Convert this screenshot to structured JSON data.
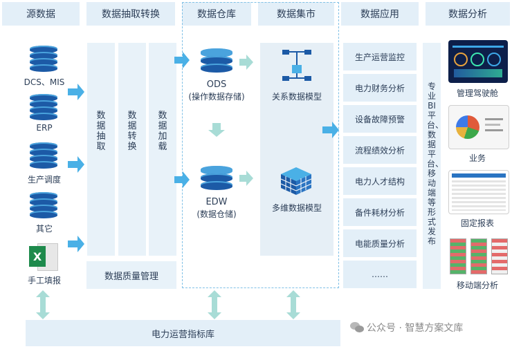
{
  "headers": {
    "source": "源数据",
    "etl": "数据抽取转换",
    "warehouse": "数据仓库",
    "mart": "数据集市",
    "application": "数据应用",
    "analysis": "数据分析"
  },
  "sources": {
    "dcs": "DCS、MIS",
    "erp": "ERP",
    "production": "生产调度",
    "other": "其它",
    "manual": "手工填报"
  },
  "etl": {
    "extract": "数据抽取",
    "transform": "数据转换",
    "load": "数据加载",
    "quality": "数据质量管理"
  },
  "warehouse": {
    "ods_name": "ODS",
    "ods_desc": "(操作数据存储)",
    "edw_name": "EDW",
    "edw_desc": "(数据仓储)"
  },
  "mart": {
    "relational": "关系数据模型",
    "multidim": "多维数据模型"
  },
  "applications": [
    "生产运营监控",
    "电力财务分析",
    "设备故障预警",
    "流程绩效分析",
    "电力人才结构",
    "备件耗材分析",
    "电能质量分析",
    "……"
  ],
  "platform": "专业BI平台、数据平台、移动端等形式发布",
  "analysis": {
    "cockpit": "管理驾驶舱",
    "business": "业务",
    "report": "固定报表",
    "mobile": "移动端分析"
  },
  "bottom": "电力运营指标库",
  "watermark": "公众号 · 智慧方案文库",
  "excel_letter": "X",
  "colors": {
    "header_bg": "#e3eff8",
    "box_bg": "#e8f2f9",
    "arrow": "#4ab0e6",
    "db_dark": "#1c5aa6",
    "db_light": "#4aa3dd"
  }
}
